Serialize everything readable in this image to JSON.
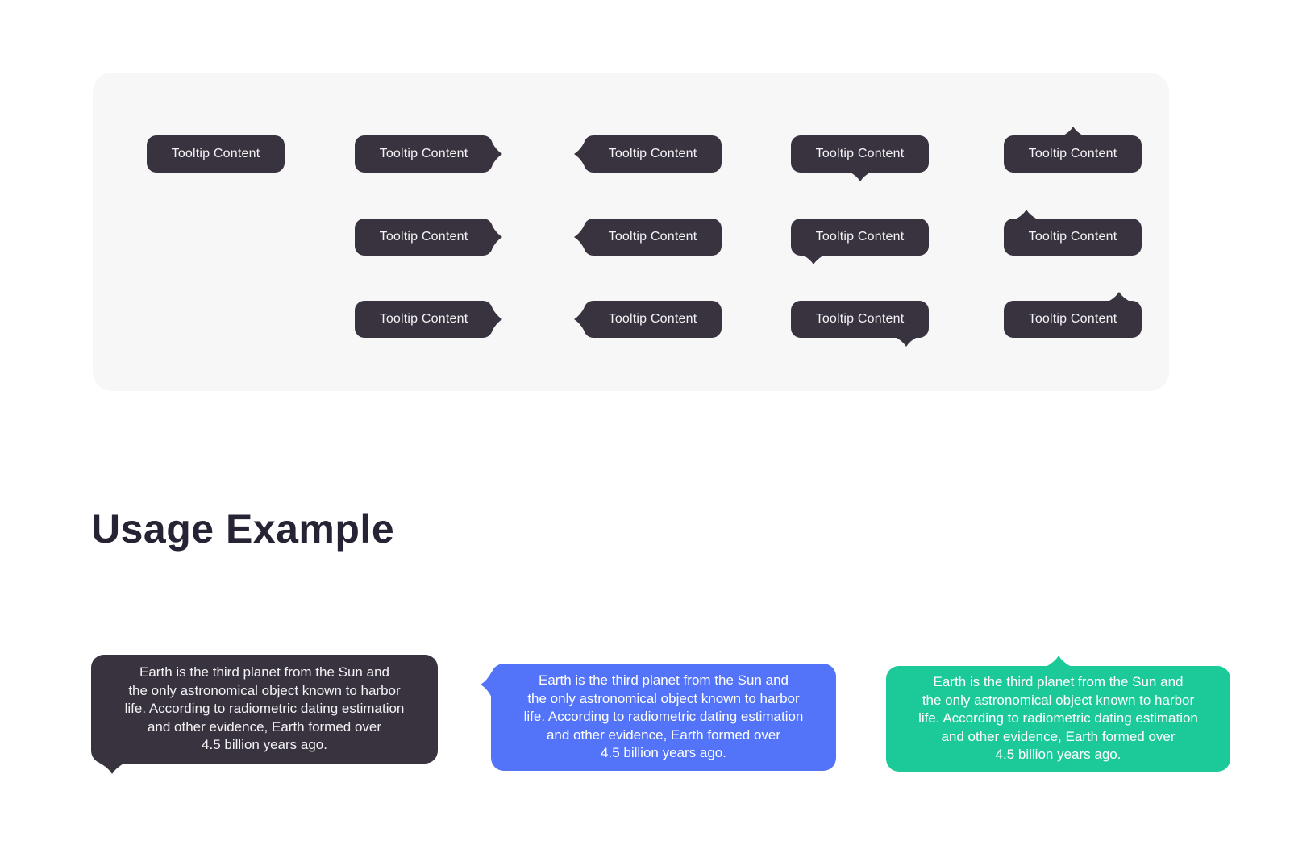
{
  "showcase": {
    "tooltip_label": "Tooltip Content",
    "rows": [
      {
        "cells": [
          "no-arrow",
          "arrow-right-center",
          "arrow-left-center",
          "arrow-bottom-center",
          "arrow-top-center"
        ]
      },
      {
        "cells": [
          "arrow-right-center",
          "arrow-left-center",
          "arrow-bottom-left",
          "arrow-top-left"
        ]
      },
      {
        "cells": [
          "arrow-right-center",
          "arrow-left-center",
          "arrow-bottom-right",
          "arrow-top-right"
        ]
      }
    ]
  },
  "usage": {
    "heading": "Usage Example",
    "tooltip_text_lines": [
      "Earth is the third planet from the Sun and",
      "the only astronomical object known to harbor",
      "life. According to radiometric dating estimation",
      "and other evidence, Earth formed over",
      "4.5 billion years ago."
    ],
    "examples": [
      {
        "style": "dark",
        "arrow": "bottom-left"
      },
      {
        "style": "blue",
        "arrow": "left-top"
      },
      {
        "style": "green",
        "arrow": "top-center"
      }
    ]
  },
  "colors": {
    "tooltip-dark": "#39333F",
    "tooltip-blue": "#5374F8",
    "tooltip-green": "#1CCA99",
    "panel-bg": "#F7F7F8",
    "heading": "#272334",
    "tooltip-text": "#F3F2F4"
  }
}
